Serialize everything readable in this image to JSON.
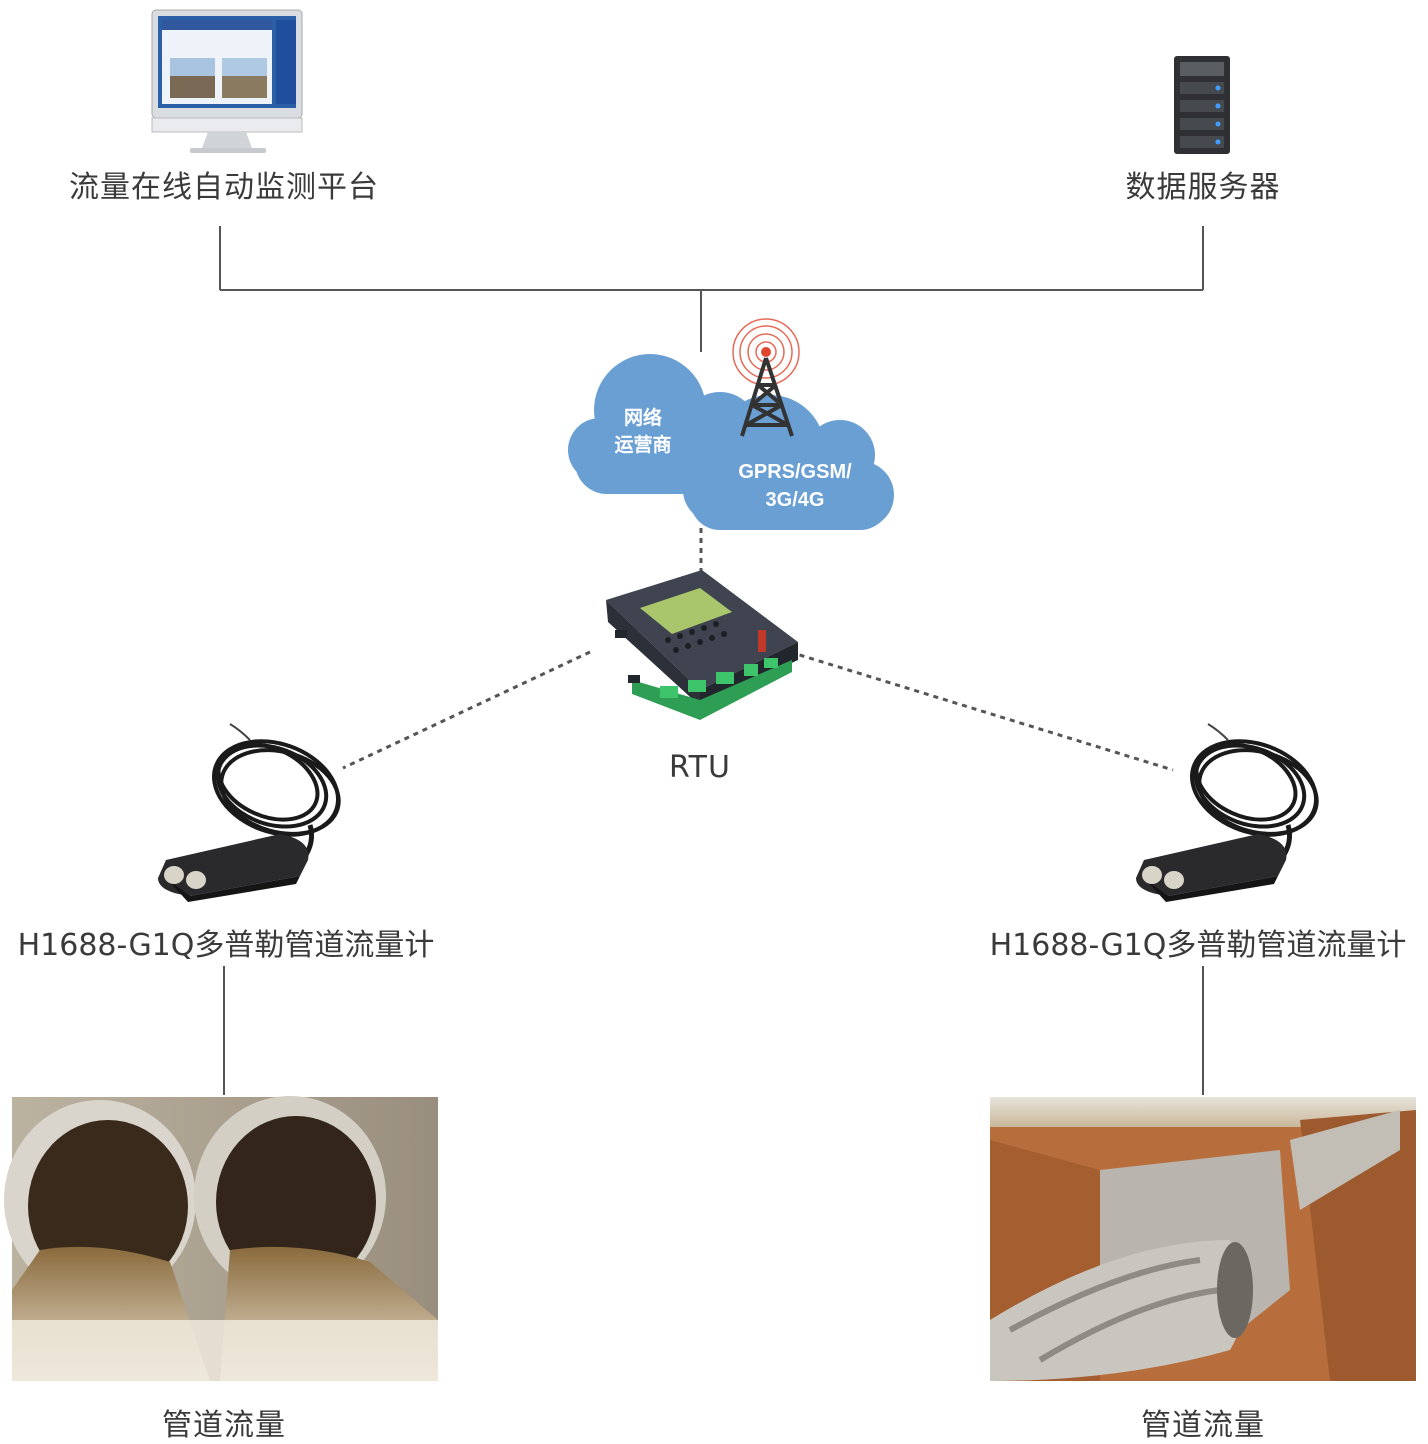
{
  "nodes": {
    "platform": {
      "label": "流量在线自动监测平台"
    },
    "server": {
      "label": "数据服务器"
    },
    "network": {
      "line1": "网络",
      "line2": "运营商",
      "protocol_line1": "GPRS/GSM/",
      "protocol_line2": "3G/4G"
    },
    "rtu": {
      "label": "RTU"
    },
    "meter_left": {
      "label": "H1688-G1Q多普勒管道流量计"
    },
    "meter_right": {
      "label": "H1688-G1Q多普勒管道流量计"
    },
    "pipe_left": {
      "label": "管道流量"
    },
    "pipe_right": {
      "label": "管道流量"
    }
  },
  "colors": {
    "line": "#555555",
    "cloud": "#6a9fd4",
    "tower": "#333333",
    "signal": "#e0462d"
  }
}
